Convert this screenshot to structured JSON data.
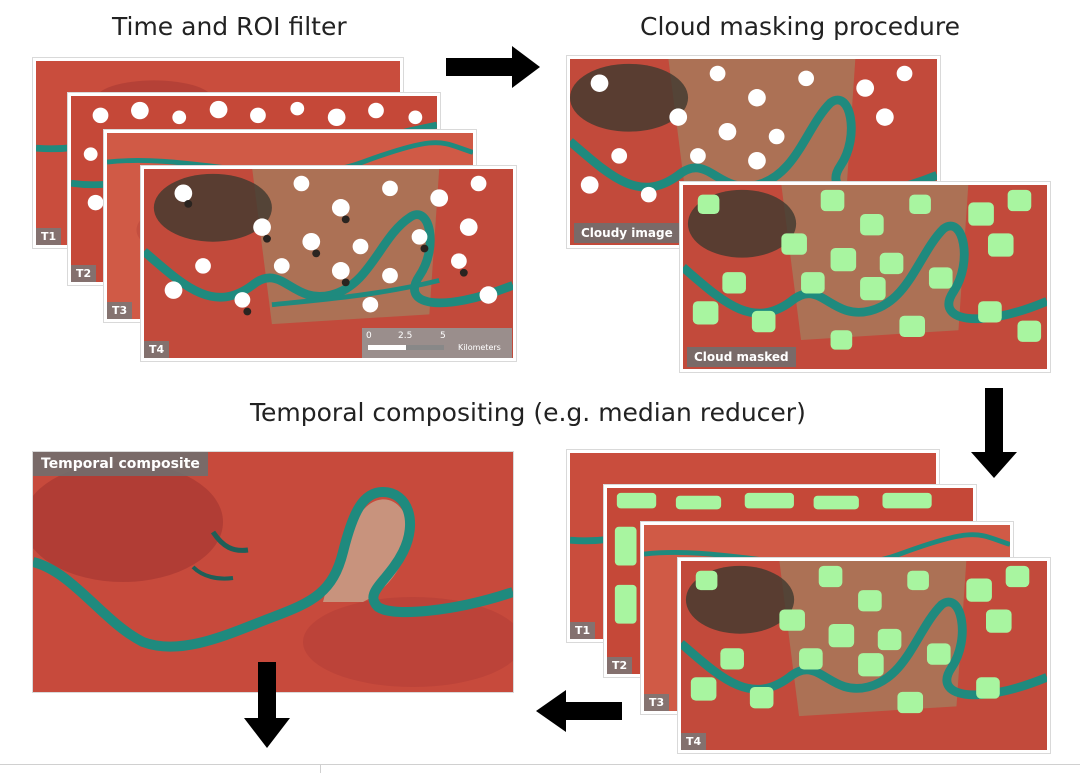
{
  "titles": {
    "time_roi": "Time and ROI filter",
    "cloud_mask": "Cloud masking procedure",
    "temporal": "Temporal compositing (e.g. median reducer)"
  },
  "stack_labels": [
    "T1",
    "T2",
    "T3",
    "T4"
  ],
  "cloudy_label": "Cloudy image",
  "masked_label": "Cloud masked",
  "composite_label": "Temporal composite",
  "scalebar": {
    "ticks": [
      "0",
      "2.5",
      "5"
    ],
    "unit": "Kilometers"
  },
  "colors": {
    "land": "#c74a3c",
    "land_dark": "#8f2f2c",
    "river": "#1f8a7e",
    "cloud": "#ffffff",
    "mask": "#a8f5a0",
    "floodplain": "#a8785a",
    "arrow": "#000000"
  }
}
